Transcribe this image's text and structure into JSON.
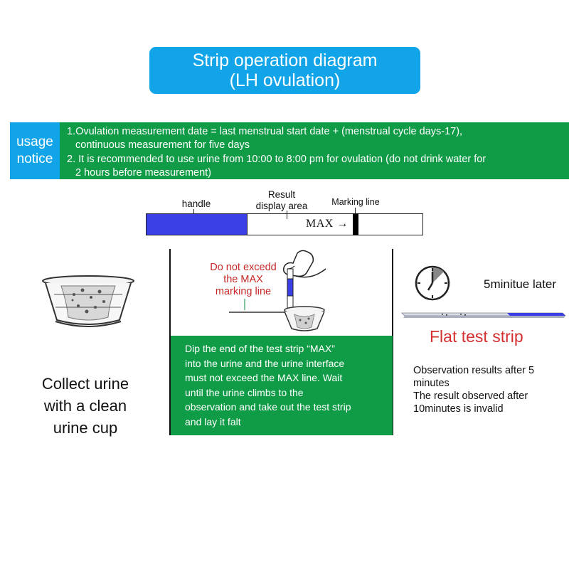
{
  "title": {
    "line1": "Strip operation diagram",
    "line2": "(LH ovulation)"
  },
  "notice": {
    "label_line1": "usage",
    "label_line2": "notice",
    "item1_line1": "1.Ovulation measurement date = last menstrual start date + (menstrual cycle days-17),",
    "item1_line2": "continuous measurement for five days",
    "item2_line1": "2. It is recommended to use urine from 10:00 to 8:00 pm for ovulation (do not drink water for",
    "item2_line2": "2 hours before measurement)"
  },
  "strip": {
    "handle_label": "handle",
    "result_label_line1": "Result",
    "result_label_line2": "display area",
    "marking_label": "Marking line",
    "max_text": "MAX",
    "max_arrow": "→"
  },
  "step1": {
    "caption_line1": "Collect urine",
    "caption_line2": "with a clean",
    "caption_line3": "urine cup"
  },
  "step2": {
    "warning_line1": "Do not excedd",
    "warning_line2": "the MAX",
    "warning_line3": "marking line",
    "instruction_lines": [
      "Dip the end of the test strip “MAX”",
      "into the urine and the urine interface",
      "must not exceed the MAX line. Wait",
      "until the urine climbs to the",
      "observation and take out the test strip",
      "and lay it falt"
    ]
  },
  "step3": {
    "later_label": "5minitue later",
    "flat_label": "Flat test strip",
    "obs_line1": "Observation results after 5",
    "obs_line2": "minutes",
    "obs_line3": "The result observed after",
    "obs_line4": "10minutes is invalid"
  },
  "colors": {
    "accent_blue": "#12a4e8",
    "notice_green": "#109c47",
    "handle_blue": "#3b3fe6",
    "warning_red": "#c62828",
    "flat_red": "#d32f2f"
  },
  "icons": [
    "urine-cup-icon",
    "hand-dipping-strip-icon",
    "clock-icon",
    "flat-test-strip-icon"
  ]
}
